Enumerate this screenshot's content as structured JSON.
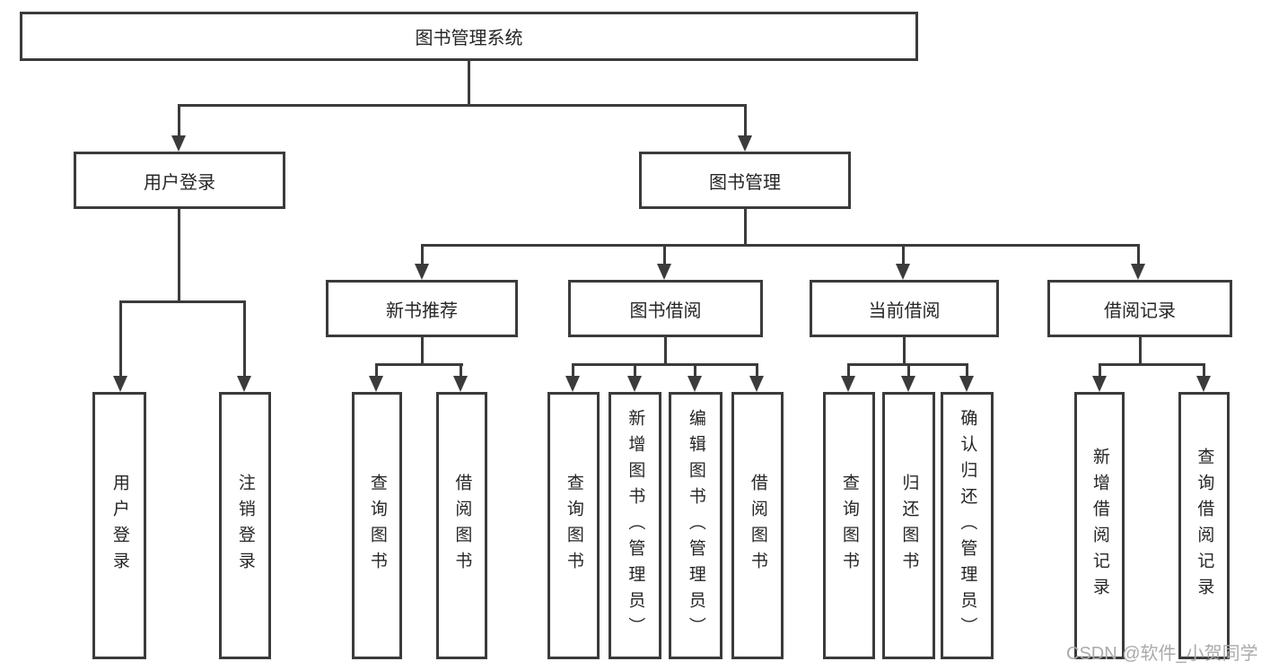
{
  "diagram": {
    "root": "图书管理系统",
    "level2": {
      "user_login": "用户登录",
      "book_mgmt": "图书管理"
    },
    "user_login_children": {
      "login": "用户登录",
      "logout": "注销登录"
    },
    "book_mgmt_sections": {
      "new_books": "新书推荐",
      "book_borrow": "图书借阅",
      "current_borrow": "当前借阅",
      "borrow_records": "借阅记录"
    },
    "new_books_children": {
      "query_books": "查询图书",
      "borrow_books": "借阅图书"
    },
    "book_borrow_children": {
      "query_books": "查询图书",
      "add_books_admin": "新增图书（管理员）",
      "edit_books_admin": "编辑图书（管理员）",
      "borrow_books": "借阅图书"
    },
    "current_borrow_children": {
      "query_books": "查询图书",
      "return_books": "归还图书",
      "confirm_return_admin": "确认归还（管理员）"
    },
    "borrow_records_children": {
      "add_record": "新增借阅记录",
      "query_record": "查询借阅记录"
    }
  },
  "watermark": "CSDN @软件_小贺同学",
  "colors": {
    "line": "#3b3b3b",
    "text": "#262626",
    "watermark": "#aaaaaa",
    "background": "#ffffff"
  }
}
